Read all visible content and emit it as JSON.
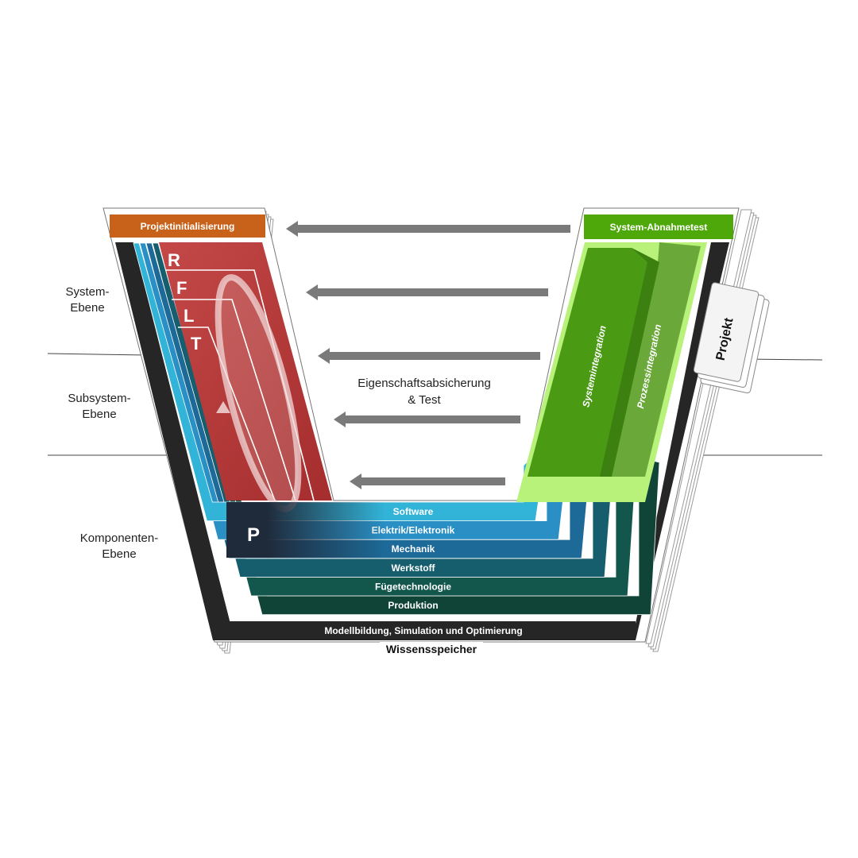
{
  "levels": {
    "system": [
      "System-",
      "Ebene"
    ],
    "subsystem": [
      "Subsystem-",
      "Ebene"
    ],
    "component": [
      "Komponenten-",
      "Ebene"
    ]
  },
  "phases": {
    "left_top": "Projektinitialisierung",
    "right_top": "System-Abnahmetest",
    "center_label_1": "Eigenschaftsabsicherung",
    "center_label_2": "& Test",
    "system_integration": "Systemintegration",
    "process_integration": "Prozessintegration",
    "project_tab": "Projekt"
  },
  "rflt": [
    "R",
    "F",
    "L",
    "T"
  ],
  "p_letter": "P",
  "disciplines": [
    {
      "label": "Software",
      "color": "#32b4d8"
    },
    {
      "label": "Elektrik/Elektronik",
      "color": "#2a8fc4"
    },
    {
      "label": "Mechanik",
      "color": "#1d6a98"
    },
    {
      "label": "Werkstoff",
      "color": "#165e6e"
    },
    {
      "label": "Fügetechnologie",
      "color": "#13564c"
    },
    {
      "label": "Produktion",
      "color": "#0f4436"
    }
  ],
  "base_layers": {
    "modelling": "Modellbildung, Simulation und Optimierung",
    "knowledge": "Wissensspeicher"
  },
  "colors": {
    "orange": "#c8621a",
    "green_bright": "#4ea80a",
    "red": "#b83a3a",
    "dark": "#262626",
    "arrow": "#7a7a7a"
  }
}
